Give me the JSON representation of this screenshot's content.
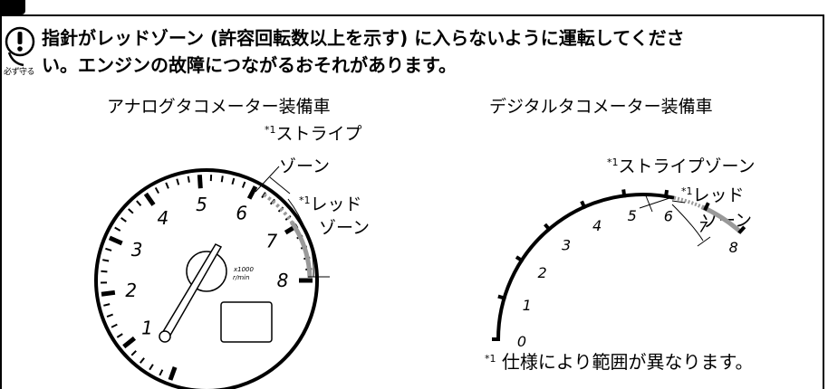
{
  "warning": {
    "icon_label": "必ず守る",
    "line1": "指針がレッドゾーン (許容回転数以上を示す) に入らないように運転してくださ",
    "line2": "い。エンジンの故障につながるおそれがあります。"
  },
  "analog": {
    "heading": "アナログタコメーター装備車",
    "callout_mark": "*1",
    "stripe_line1": "ストライプ",
    "stripe_line2": "ゾーン",
    "red_line1": "レッド",
    "red_line2": "ゾーン",
    "dial_numbers": [
      "1",
      "2",
      "3",
      "4",
      "5",
      "6",
      "7",
      "8"
    ],
    "unit_line1": "x1000",
    "unit_line2": "r/min"
  },
  "digital": {
    "heading": "デジタルタコメーター装備車",
    "callout_mark": "*1",
    "stripe_label": "ストライプゾーン",
    "red_line1": "レッド",
    "red_line2": "ゾーン",
    "scale_numbers": [
      "0",
      "1",
      "2",
      "3",
      "4",
      "5",
      "6",
      "7",
      "8"
    ]
  },
  "footnote": {
    "mark": "*1",
    "text": "仕様により範囲が異なります。"
  }
}
